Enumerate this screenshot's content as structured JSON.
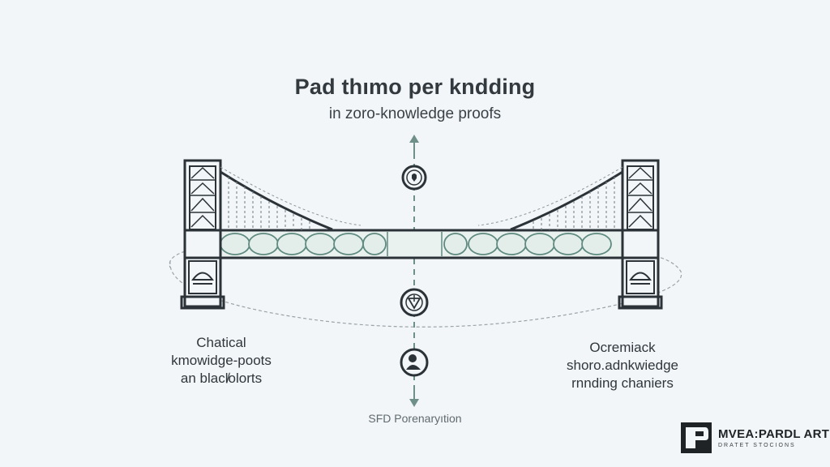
{
  "header": {
    "title": "Pad thımo per kndding",
    "subtitle": "in zoro-knowledge proofs"
  },
  "labels": {
    "left_lines": [
      "Chatical",
      "kmowidge-poots",
      "an blacl̸olorts"
    ],
    "right_lines": [
      "Ocremiack",
      "shoro.adnkwiedge",
      "rnnding chaniers"
    ],
    "caption": "SFD Porenaryıtion"
  },
  "logo": {
    "name": "MVEA:PARDL ART",
    "tagline": "DRATET STOCIONS"
  },
  "colors": {
    "background": "#f3f6f8",
    "ink": "#2b3338",
    "accent": "#5f8a80",
    "accent_fill": "#e6f0ed"
  },
  "icons": [
    "lock-icon",
    "shield-icon",
    "user-icon",
    "arrow-up-icon",
    "arrow-down-icon"
  ]
}
